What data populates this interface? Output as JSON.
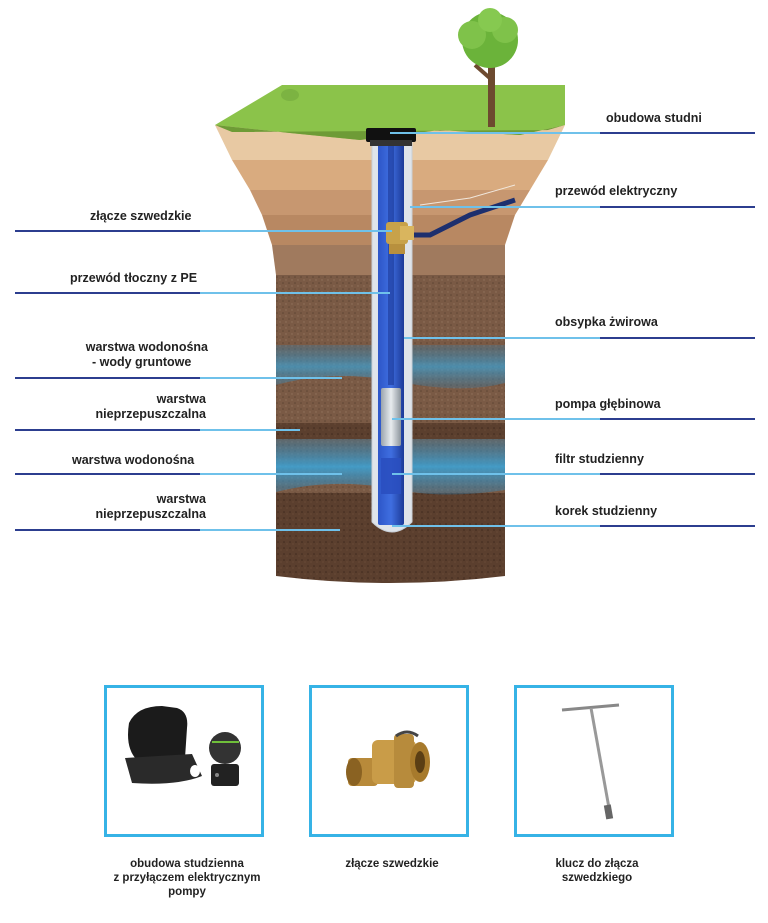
{
  "labels_left": {
    "swedish_connector": "złącze szwedzkie",
    "pe_pipe": "przewód tłoczny z PE",
    "aquifer_ground_line1": "warstwa wodonośna",
    "aquifer_ground_line2": "- wody gruntowe",
    "impermeable1_line1": "warstwa",
    "impermeable1_line2": "nieprzepuszczalna",
    "aquifer": "warstwa wodonośna",
    "impermeable2_line1": "warstwa",
    "impermeable2_line2": "nieprzepuszczalna"
  },
  "labels_right": {
    "well_housing": "obudowa studni",
    "electric_cable": "przewód elektryczny",
    "gravel_fill": "obsypka żwirowa",
    "deep_pump": "pompa głębinowa",
    "well_filter": "filtr studzienny",
    "well_plug": "korek studzienny"
  },
  "products": [
    {
      "caption_line1": "obudowa studzienna",
      "caption_line2": "z przyłączem elektrycznym",
      "caption_line3": "pompy"
    },
    {
      "caption_line1": "złącze szwedzkie"
    },
    {
      "caption_line1": "klucz do złącza",
      "caption_line2": "szwedzkiego"
    }
  ],
  "colors": {
    "accent_blue": "#36b3e6",
    "pipe_blue": "#1f3f9e",
    "line_dark": "#2c3e8f",
    "grass": "#8bc34a",
    "water": "#3a9fd0"
  }
}
